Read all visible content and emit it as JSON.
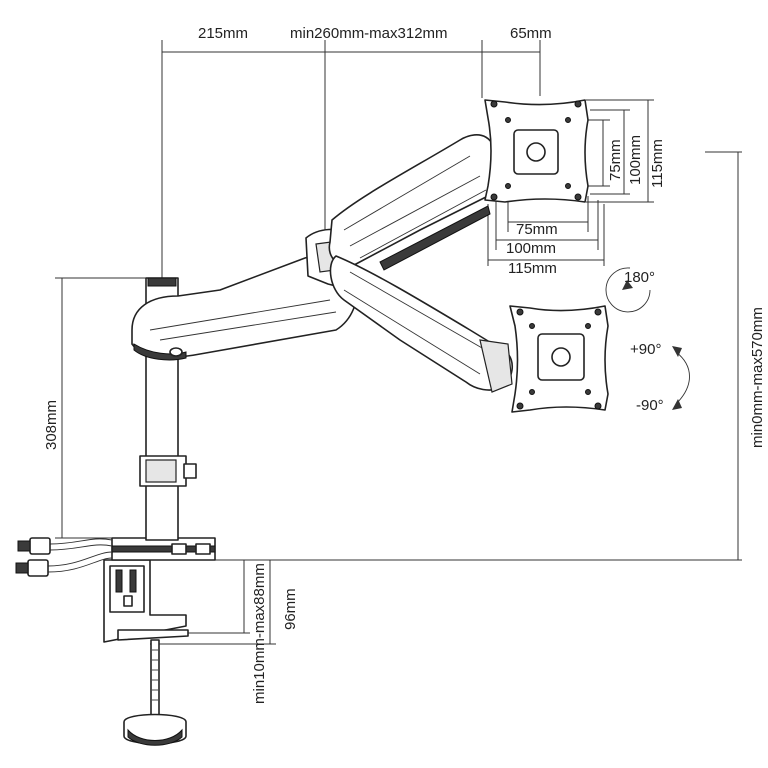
{
  "dimensions": {
    "top_left_reach": "215mm",
    "arm_length": "min260mm-max312mm",
    "top_right_offset": "65mm",
    "vesa_w_75": "75mm",
    "vesa_w_100": "100mm",
    "vesa_w_115": "115mm",
    "vesa_h_75": "75mm",
    "vesa_h_100": "100mm",
    "vesa_h_115": "115mm",
    "pole_height": "308mm",
    "height_range": "min0mm-max570mm",
    "clamp_range": "min10mm-max88mm",
    "clamp_depth": "96mm"
  },
  "rotation": {
    "swivel": "180°",
    "tilt_up": "+90°",
    "tilt_down": "-90°"
  }
}
